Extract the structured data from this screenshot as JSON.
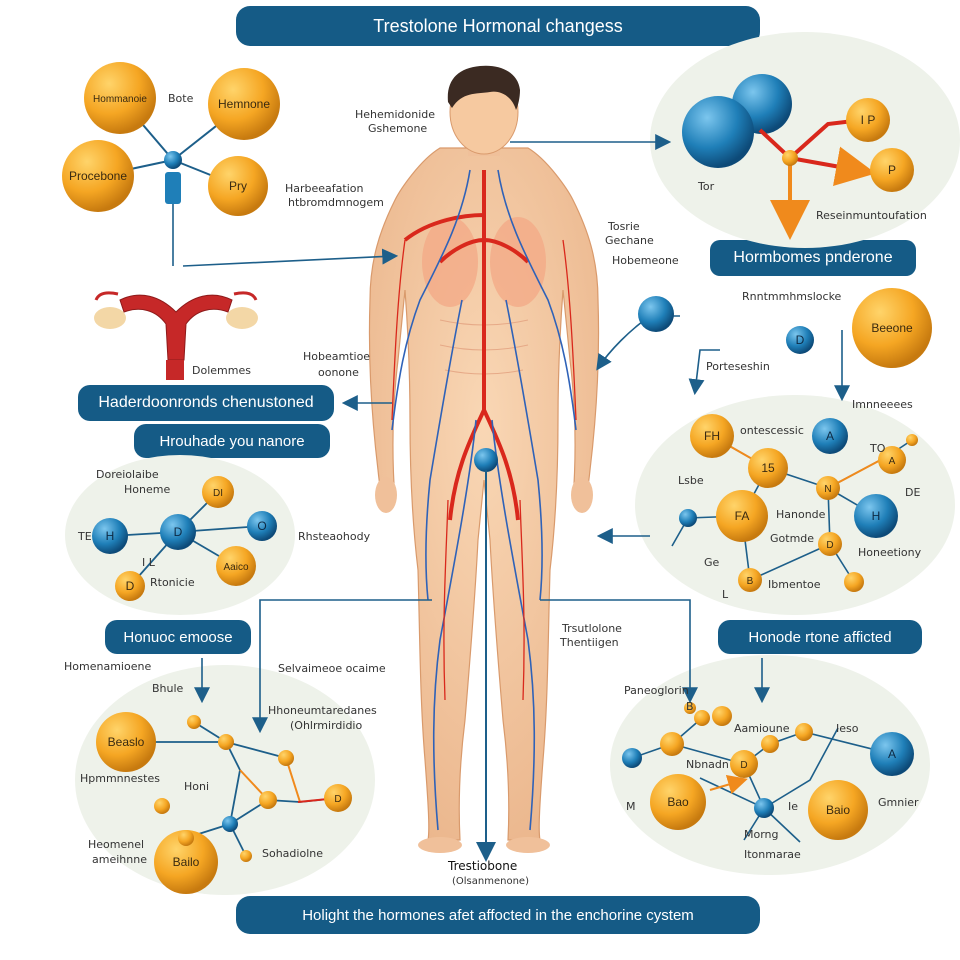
{
  "title": "Trestolone Hormonal changess",
  "footer": "Holight the hormones afet affocted in the enchorine cystem",
  "banners": {
    "right_top": "Hormbomes pnderone",
    "left_mid_1": "Haderdoonronds chenustoned",
    "left_mid_2": "Hrouhade you nanore",
    "left_low": "Honuoc emoose",
    "right_low": "Honode rtone afficted"
  },
  "body_labels": {
    "head": [
      "Hehemidonide",
      "Gshemone"
    ],
    "upper_left": [
      "Harbeeafation",
      "htbromdmnogem"
    ],
    "chest_right": [
      "Tosrie",
      "Gechane"
    ],
    "chest_right_2": "Hobemeone",
    "arm_left": [
      "Hobeamtioe",
      "oonone"
    ],
    "thigh_left": "Rhsteaohody",
    "thigh_right": [
      "Trsutlolone",
      "Thentiigen"
    ],
    "center": [
      "Trestiobone",
      "(Olsanmenone)"
    ]
  },
  "organ_label": "Dolemmes",
  "cluster_tl": {
    "balls": [
      "Hommanoie",
      "Hemnone",
      "Procebone",
      "Pry"
    ],
    "labels": [
      "Bote"
    ]
  },
  "cluster_tr": {
    "balls": [
      "I P",
      "P"
    ],
    "labels": [
      "Tor",
      "Reseinmuntoufation"
    ]
  },
  "cluster_mr": {
    "header": [
      "Rnntmmhmslocke",
      "Porteseshin",
      "Imnneeees"
    ],
    "balls": [
      "Beeone",
      "D",
      "FH",
      "A",
      "15",
      "FA",
      "N",
      "H",
      "D",
      "B",
      "A"
    ],
    "labels": [
      "ontescessic",
      "TO",
      "Lsbe",
      "Hanonde",
      "Gotmde",
      "DE",
      "Honeetiony",
      "Ibmentoe",
      "Ge",
      "L"
    ]
  },
  "cluster_ml": {
    "balls": [
      "DI",
      "H",
      "D",
      "O",
      "Aaico",
      "D"
    ],
    "labels": [
      "Doreiolaibe",
      "Honeme",
      "TE",
      "I L",
      "Rtonicie"
    ]
  },
  "cluster_bl": {
    "balls": [
      "Beaslo",
      "D",
      "Bailo"
    ],
    "labels": [
      "Homenamioene",
      "Bhule",
      "Selvaimeoe ocaime",
      "Hhoneumtaredanes",
      "(Ohlrmirdidio",
      "Hpmmnnestes",
      "Honi",
      "Heomenel",
      "ameihnne",
      "Sohadiolne"
    ]
  },
  "cluster_br": {
    "balls": [
      "B",
      "Aamioune",
      "A",
      "D",
      "Bao",
      "Baio"
    ],
    "labels": [
      "Paneoglorin",
      "Ieso",
      "Nbnadn",
      "M",
      "Ie",
      "Morng",
      "Itonmarae",
      "Gmnier"
    ]
  },
  "colors": {
    "banner": "#155b86",
    "orange": "#f5a623",
    "blue": "#1f7fb8",
    "artery": "#d9281c",
    "vein": "#2f62b8",
    "skin": "#f6c9a0"
  }
}
